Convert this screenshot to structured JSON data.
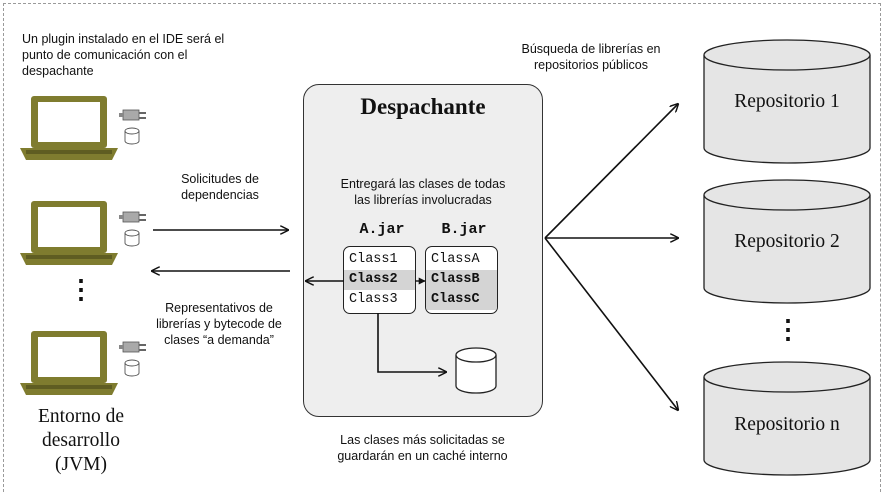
{
  "left_panel": {
    "plugin_note_lines": [
      "Un plugin instalado en el IDE será el",
      "punto de comunicación con el",
      "despachante"
    ],
    "requests_label_lines": [
      "Solicitudes de",
      "dependencias"
    ],
    "responses_label_lines": [
      "Representativos de",
      "librerías y bytecode de",
      "clases “a demanda”"
    ],
    "ellipsis": "⋮",
    "env_label_lines": [
      "Entorno de",
      "desarrollo",
      "(JVM)"
    ]
  },
  "dispatcher": {
    "title": "Despachante",
    "note_lines": [
      "Entregará las clases de todas",
      "las librerías involucradas"
    ],
    "jars": [
      {
        "name": "A.jar",
        "classes": [
          {
            "name": "Class1",
            "highlight": false
          },
          {
            "name": "Class2",
            "highlight": true
          },
          {
            "name": "Class3",
            "highlight": false
          }
        ]
      },
      {
        "name": "B.jar",
        "classes": [
          {
            "name": "ClassA",
            "highlight": false
          },
          {
            "name": "ClassB",
            "highlight": true
          },
          {
            "name": "ClassC",
            "highlight": true
          }
        ]
      }
    ],
    "cache_note_lines": [
      "Las clases más solicitadas se",
      "guardarán en un caché interno"
    ]
  },
  "repositories": {
    "search_note_lines": [
      "Búsqueda de librerías en",
      "repositorios públicos"
    ],
    "items": [
      "Repositorio 1",
      "Repositorio 2",
      "Repositorio n"
    ],
    "ellipsis": "⋮"
  },
  "colors": {
    "laptop_olive": "#7f7c2f",
    "laptop_screen": "#ffffff",
    "highlight_gray": "#d4d4d4",
    "box_gray": "#eeeeee",
    "cylinder_gray": "#e5e5e5"
  }
}
